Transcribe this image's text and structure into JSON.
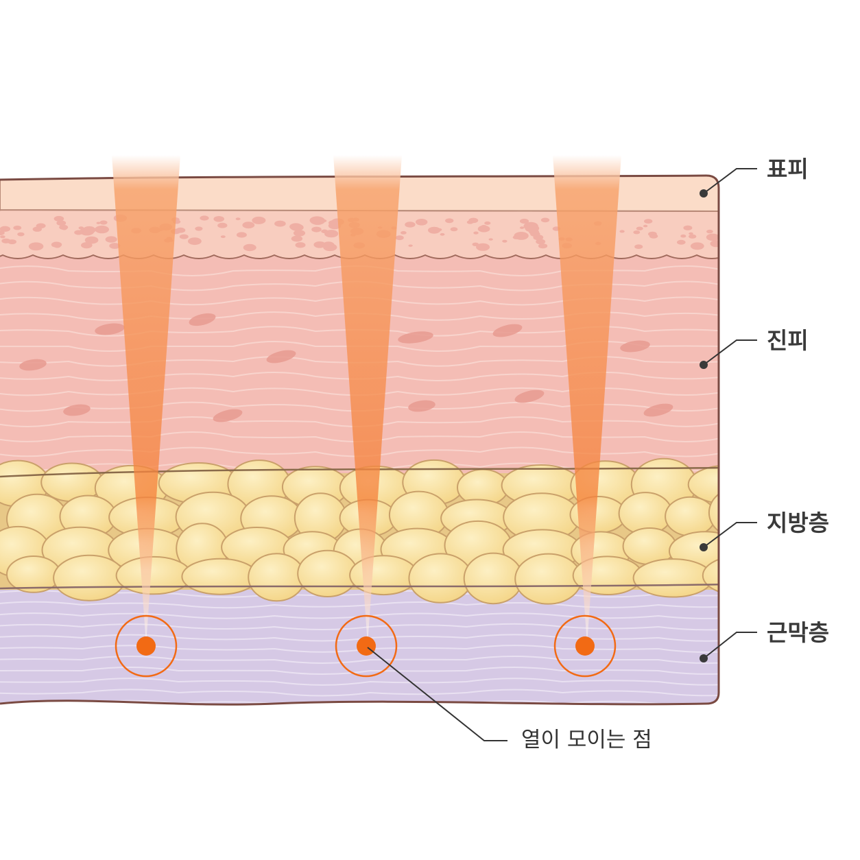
{
  "labels": {
    "epidermis": "표피",
    "dermis": "진피",
    "fat_layer": "지방층",
    "fascia_layer": "근막층",
    "heat_point": "열이 모이는 점"
  },
  "colors": {
    "epidermis_top": "#fbd9c6",
    "epidermis_cells": "#f8cbbb",
    "dermis": "#f4bcb4",
    "dermis_cell": "#e69a90",
    "fat_cell": "#f8df97",
    "fat_outline": "#c9a06a",
    "fascia": "#d8cbe6",
    "outline": "#8a5a52",
    "beam": "#f5823c",
    "focus_point": "#f26a14",
    "leader_line": "#333333"
  },
  "beams": [
    {
      "name": "beam-left"
    },
    {
      "name": "beam-center"
    },
    {
      "name": "beam-right"
    }
  ]
}
